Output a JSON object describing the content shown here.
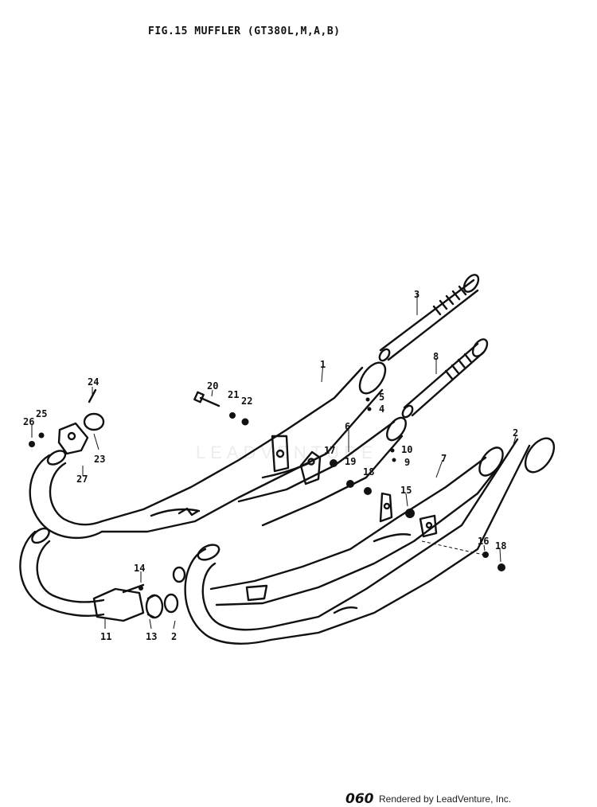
{
  "title": "FIG.15  MUFFLER (GT380L,M,A,B)",
  "page_number": "060",
  "credit": "Rendered by LeadVenture, Inc.",
  "watermark": "LEADVENTURE",
  "callouts": [
    "1",
    "2",
    "2",
    "3",
    "4",
    "5",
    "6",
    "7",
    "8",
    "9",
    "10",
    "11",
    "13",
    "14",
    "15",
    "16",
    "17",
    "18",
    "18",
    "19",
    "20",
    "21",
    "22",
    "23",
    "24",
    "25",
    "26",
    "27",
    "18"
  ]
}
